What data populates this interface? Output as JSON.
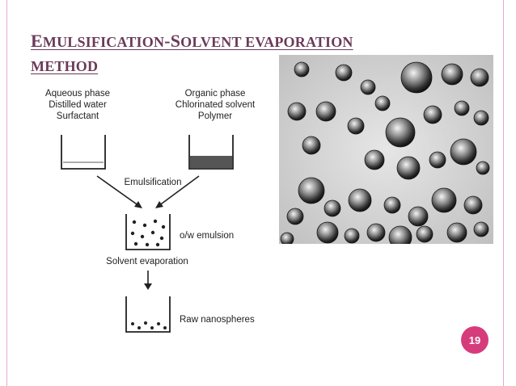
{
  "slide": {
    "title_line1_cap1": "E",
    "title_line1_rest1": "MULSIFICATION",
    "title_line1_dash": "-",
    "title_line1_cap2": "S",
    "title_line1_rest2": "OLVENT EVAPORATION",
    "title_line2": "METHOD",
    "page_number": "19"
  },
  "diagram": {
    "aqueous_label": "Aqueous phase",
    "aqueous_line2": "Distilled water",
    "aqueous_line3": "Surfactant",
    "organic_label": "Organic phase",
    "organic_line2": "Chlorinated solvent",
    "organic_line3": "Polymer",
    "emulsification": "Emulsification",
    "emulsion": "o/w emulsion",
    "evaporation": "Solvent evaporation",
    "nanospheres": "Raw nanospheres"
  },
  "colors": {
    "title": "#6b3a5a",
    "accent": "#d63b7c",
    "rule": "#e7a9c9",
    "ink": "#222222",
    "polymer_fill": "#555555"
  }
}
